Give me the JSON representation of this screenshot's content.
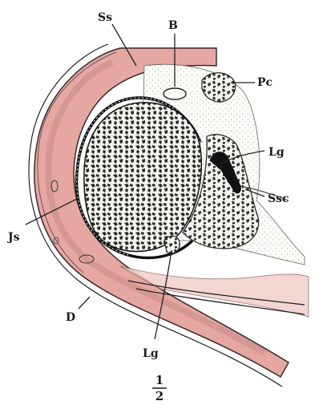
{
  "labels": {
    "ss": "Ss",
    "b": "B",
    "pc": "Pc",
    "lg_top": "Lg",
    "ssc": "Ssc",
    "js": "Js",
    "d": "D",
    "lg_bottom": "Lg"
  },
  "scale": {
    "numerator": "1",
    "denominator": "2"
  },
  "colors": {
    "muscle": "#e6a7a3",
    "muscle_light": "#f2cfc9",
    "bone": "#f2f2ec",
    "ink": "#1a1a1a"
  }
}
